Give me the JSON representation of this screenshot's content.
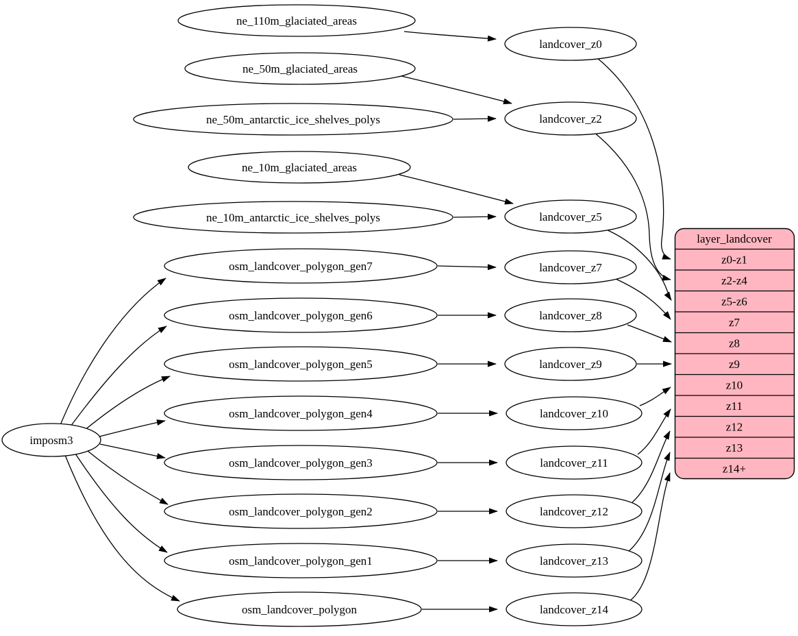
{
  "diagram": {
    "type": "dependency-graph",
    "background": "#ffffff",
    "stroke_color": "#000000",
    "root_node": {
      "label": "imposm3"
    },
    "source_nodes": [
      {
        "label": "ne_110m_glaciated_areas"
      },
      {
        "label": "ne_50m_glaciated_areas"
      },
      {
        "label": "ne_50m_antarctic_ice_shelves_polys"
      },
      {
        "label": "ne_10m_glaciated_areas"
      },
      {
        "label": "ne_10m_antarctic_ice_shelves_polys"
      },
      {
        "label": "osm_landcover_polygon_gen7"
      },
      {
        "label": "osm_landcover_polygon_gen6"
      },
      {
        "label": "osm_landcover_polygon_gen5"
      },
      {
        "label": "osm_landcover_polygon_gen4"
      },
      {
        "label": "osm_landcover_polygon_gen3"
      },
      {
        "label": "osm_landcover_polygon_gen2"
      },
      {
        "label": "osm_landcover_polygon_gen1"
      },
      {
        "label": "osm_landcover_polygon"
      }
    ],
    "generalized_nodes": [
      {
        "label": "landcover_z0"
      },
      {
        "label": "landcover_z2"
      },
      {
        "label": "landcover_z5"
      },
      {
        "label": "landcover_z7"
      },
      {
        "label": "landcover_z8"
      },
      {
        "label": "landcover_z9"
      },
      {
        "label": "landcover_z10"
      },
      {
        "label": "landcover_z11"
      },
      {
        "label": "landcover_z12"
      },
      {
        "label": "landcover_z13"
      },
      {
        "label": "landcover_z14"
      }
    ],
    "layer_record": {
      "title": "layer_landcover",
      "fill": "#ffb6c1",
      "rows": [
        "z0-z1",
        "z2-z4",
        "z5-z6",
        "z7",
        "z8",
        "z9",
        "z10",
        "z11",
        "z12",
        "z13",
        "z14+"
      ]
    },
    "edges": [
      [
        "imposm3",
        "osm_landcover_polygon_gen7"
      ],
      [
        "imposm3",
        "osm_landcover_polygon_gen6"
      ],
      [
        "imposm3",
        "osm_landcover_polygon_gen5"
      ],
      [
        "imposm3",
        "osm_landcover_polygon_gen4"
      ],
      [
        "imposm3",
        "osm_landcover_polygon_gen3"
      ],
      [
        "imposm3",
        "osm_landcover_polygon_gen2"
      ],
      [
        "imposm3",
        "osm_landcover_polygon_gen1"
      ],
      [
        "imposm3",
        "osm_landcover_polygon"
      ],
      [
        "ne_110m_glaciated_areas",
        "landcover_z0"
      ],
      [
        "ne_50m_glaciated_areas",
        "landcover_z2"
      ],
      [
        "ne_50m_antarctic_ice_shelves_polys",
        "landcover_z2"
      ],
      [
        "ne_10m_glaciated_areas",
        "landcover_z5"
      ],
      [
        "ne_10m_antarctic_ice_shelves_polys",
        "landcover_z5"
      ],
      [
        "osm_landcover_polygon_gen7",
        "landcover_z7"
      ],
      [
        "osm_landcover_polygon_gen6",
        "landcover_z8"
      ],
      [
        "osm_landcover_polygon_gen5",
        "landcover_z9"
      ],
      [
        "osm_landcover_polygon_gen4",
        "landcover_z10"
      ],
      [
        "osm_landcover_polygon_gen3",
        "landcover_z11"
      ],
      [
        "osm_landcover_polygon_gen2",
        "landcover_z12"
      ],
      [
        "osm_landcover_polygon_gen1",
        "landcover_z13"
      ],
      [
        "osm_landcover_polygon",
        "landcover_z14"
      ],
      [
        "landcover_z0",
        "layer_landcover:z0-z1"
      ],
      [
        "landcover_z2",
        "layer_landcover:z2-z4"
      ],
      [
        "landcover_z5",
        "layer_landcover:z5-z6"
      ],
      [
        "landcover_z7",
        "layer_landcover:z7"
      ],
      [
        "landcover_z8",
        "layer_landcover:z8"
      ],
      [
        "landcover_z9",
        "layer_landcover:z9"
      ],
      [
        "landcover_z10",
        "layer_landcover:z10"
      ],
      [
        "landcover_z11",
        "layer_landcover:z11"
      ],
      [
        "landcover_z12",
        "layer_landcover:z12"
      ],
      [
        "landcover_z13",
        "layer_landcover:z13"
      ],
      [
        "landcover_z14",
        "layer_landcover:z14+"
      ]
    ]
  }
}
